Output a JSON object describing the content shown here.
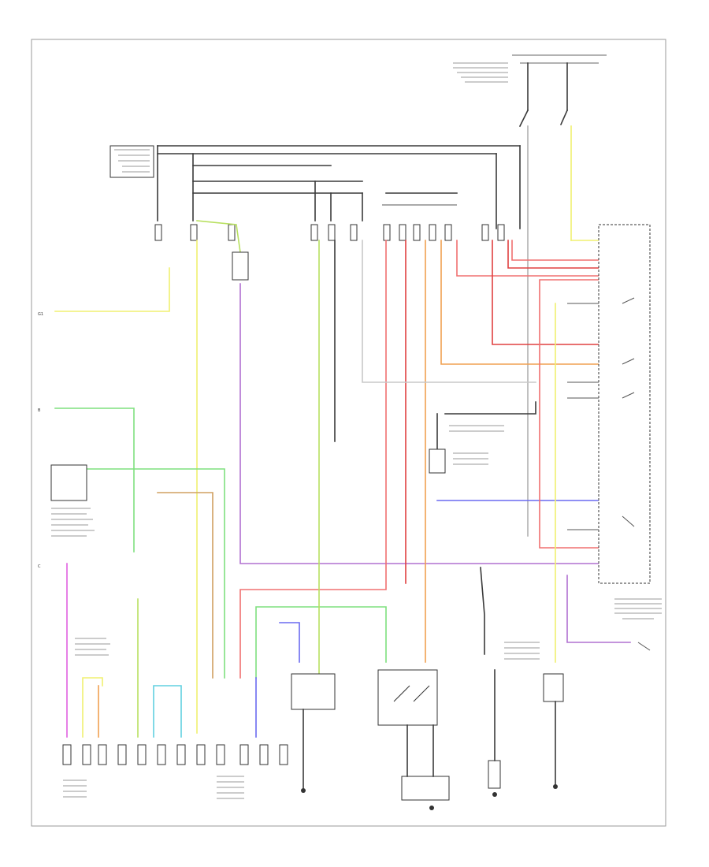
{
  "colors": {
    "black": "#3a3a3a",
    "grey": "#b0b0b0",
    "yellow": "#f0f070",
    "green": "#7ee07e",
    "lime": "#b8e060",
    "purple": "#b070d0",
    "blue": "#6a6af0",
    "red": "#e04040",
    "pink": "#f07070",
    "orange": "#f0a050",
    "tan": "#d0a060",
    "cyan": "#60d0e0",
    "magenta": "#e060e0"
  },
  "labels": {
    "pin_g": "G1",
    "pin_b": "B",
    "pin_c": "C"
  }
}
